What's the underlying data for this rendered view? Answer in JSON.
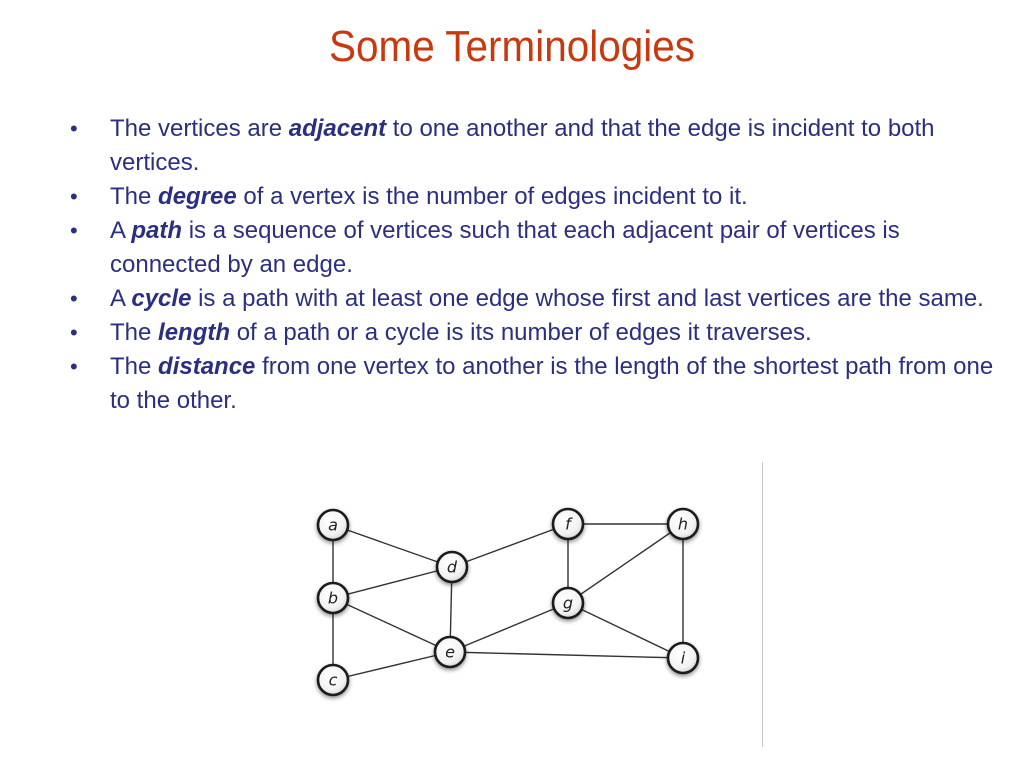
{
  "slide": {
    "title": "Some Terminologies"
  },
  "bullets": [
    {
      "prefix": "The vertices are ",
      "term": "adjacent",
      "suffix": "  to one another and that the edge is incident to both vertices."
    },
    {
      "prefix": "The ",
      "term": "degree",
      "suffix": " of a vertex is the number of edges incident to it."
    },
    {
      "prefix": "A ",
      "term": "path",
      "suffix": " is a sequence of vertices such that each adjacent pair of vertices is connected by an edge."
    },
    {
      "prefix": "A ",
      "term": "cycle",
      "suffix": " is a path with at least one edge whose first and last vertices are the same."
    },
    {
      "prefix": "The ",
      "term": "length",
      "suffix": " of a path or a cycle is its number of edges it traverses."
    },
    {
      "prefix": "The ",
      "term": "distance",
      "suffix": " from one vertex to another is the length of the shortest path from one to the other."
    }
  ],
  "graph": {
    "nodes": [
      "a",
      "b",
      "c",
      "d",
      "e",
      "f",
      "g",
      "h",
      "i"
    ],
    "edges": [
      [
        "a",
        "b"
      ],
      [
        "a",
        "d"
      ],
      [
        "b",
        "c"
      ],
      [
        "b",
        "d"
      ],
      [
        "b",
        "e"
      ],
      [
        "c",
        "e"
      ],
      [
        "d",
        "e"
      ],
      [
        "d",
        "f"
      ],
      [
        "e",
        "g"
      ],
      [
        "e",
        "i"
      ],
      [
        "f",
        "h"
      ],
      [
        "f",
        "g"
      ],
      [
        "g",
        "h"
      ],
      [
        "g",
        "i"
      ],
      [
        "h",
        "i"
      ]
    ]
  }
}
